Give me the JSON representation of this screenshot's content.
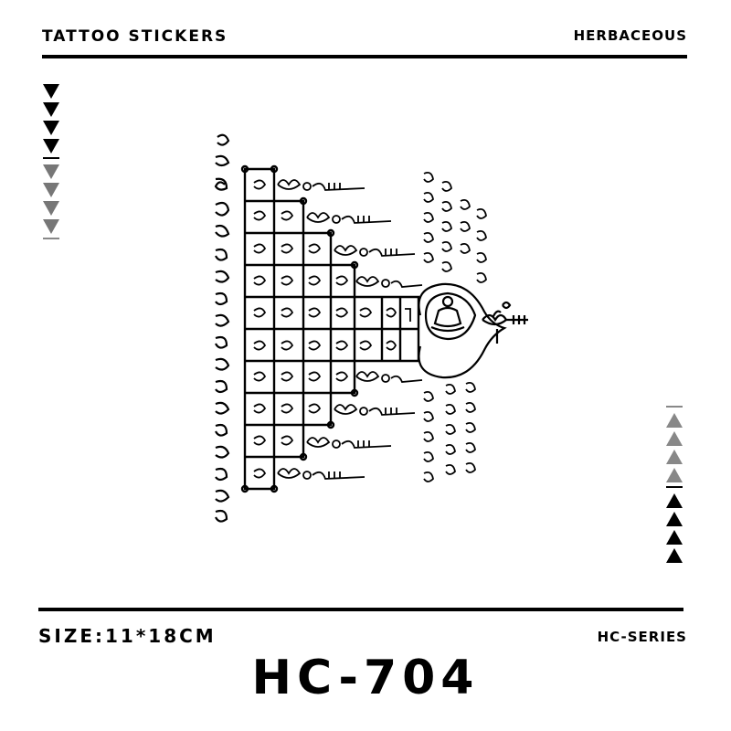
{
  "header": {
    "title": "TATTOO STICKERS",
    "brand": "HERBACEOUS"
  },
  "footer": {
    "size": "SIZE:11*18CM",
    "series": "HC-SERIES",
    "code": "HC-704"
  },
  "design": {
    "name": "Sak Yant yantra tattoo design",
    "icon": "yantra-tattoo-artwork"
  },
  "colors": {
    "ink": "#000000",
    "background": "#ffffff",
    "faded_marker": "#777777"
  }
}
